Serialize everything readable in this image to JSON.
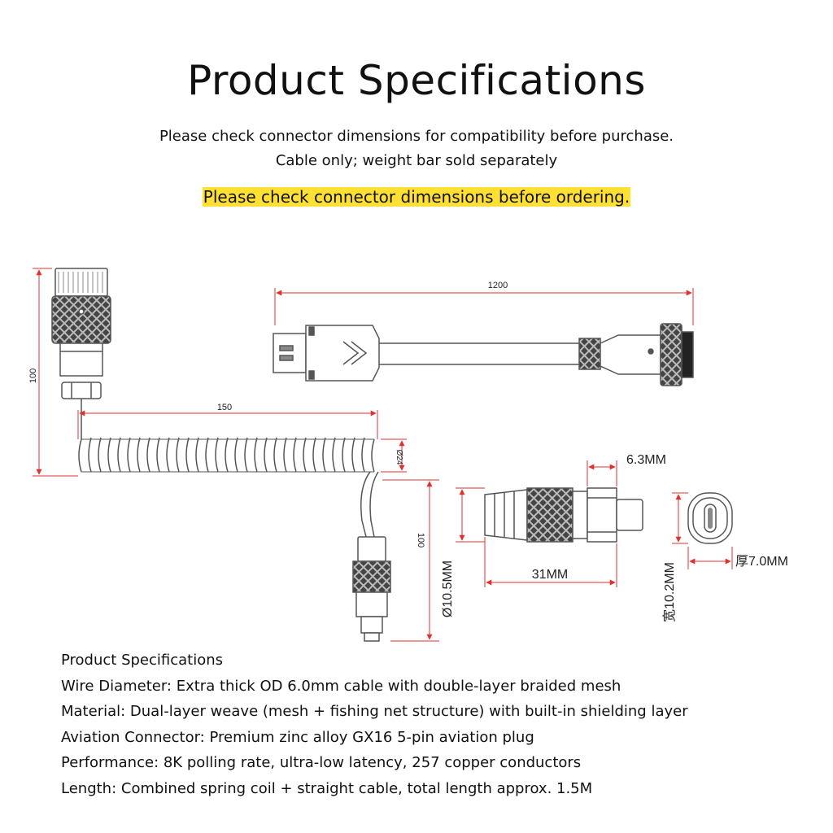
{
  "header": {
    "title": "Product Specifications",
    "subtitle_1": "Please check connector dimensions for compatibility before purchase.",
    "subtitle_2": "Cable only; weight bar sold separately",
    "warning": "Please check connector dimensions before ordering."
  },
  "diagram": {
    "dim_total_length": "1200",
    "dim_coil_length": "150",
    "dim_left_height": "100",
    "dim_coil_diameter": "Ø24",
    "dim_right_height": "100",
    "dim_flat_width": "6.3MM",
    "dim_plug_length": "31MM",
    "dim_plug_diameter": "Ø10.5MM",
    "dim_plug_width": "宽10.2MM",
    "dim_plug_thickness": "厚7.0MM",
    "colors": {
      "line": "#555555",
      "dim": "#e03030",
      "knurl": "#333333",
      "watermark": "#dddddd"
    }
  },
  "specs": {
    "heading": "Product Specifications",
    "wire": "Wire Diameter: Extra thick OD 6.0mm cable with double-layer braided mesh",
    "material": "Material: Dual-layer weave (mesh + fishing net structure) with built-in shielding layer",
    "connector": "Aviation Connector: Premium zinc alloy GX16 5-pin aviation plug",
    "performance": "Performance: 8K polling rate, ultra-low latency, 257 copper conductors",
    "length": "Length: Combined spring coil + straight cable, total length approx. 1.5M"
  }
}
